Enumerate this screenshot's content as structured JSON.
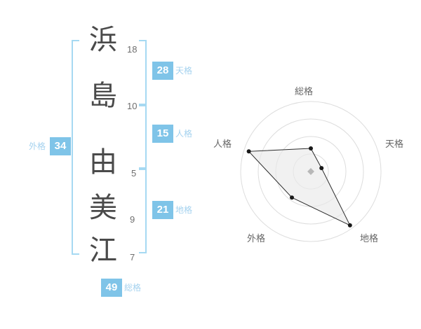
{
  "name": {
    "chars": [
      {
        "char": "浜",
        "strokes": "18"
      },
      {
        "char": "島",
        "strokes": "10"
      },
      {
        "char": "由",
        "strokes": "5"
      },
      {
        "char": "美",
        "strokes": "9"
      },
      {
        "char": "江",
        "strokes": "7"
      }
    ]
  },
  "kaku": {
    "tenkaku": {
      "label": "天格",
      "value": "28"
    },
    "jinkaku": {
      "label": "人格",
      "value": "15"
    },
    "chikaku": {
      "label": "地格",
      "value": "21"
    },
    "gaikaku": {
      "label": "外格",
      "value": "34"
    },
    "soukaku": {
      "label": "総格",
      "value": "49"
    }
  },
  "colors": {
    "box_blue": "#7fc4e8",
    "label_blue": "#a5d2ef",
    "bracket_blue": "#a6d9f2",
    "ring_gray": "#dddddd",
    "polygon_fill": "#e9e9e9",
    "polygon_stroke": "#2b2b2b",
    "center_marker": "#b8b8b8"
  },
  "chart_data": {
    "type": "radar",
    "axes": [
      "総格",
      "天格",
      "地格",
      "外格",
      "人格"
    ],
    "values": [
      33,
      16,
      95,
      46,
      93
    ],
    "max": 100,
    "rings": 4,
    "start_angle_deg": 90,
    "direction": "clockwise",
    "grid": "concentric-circles",
    "legend": "none",
    "title": ""
  }
}
